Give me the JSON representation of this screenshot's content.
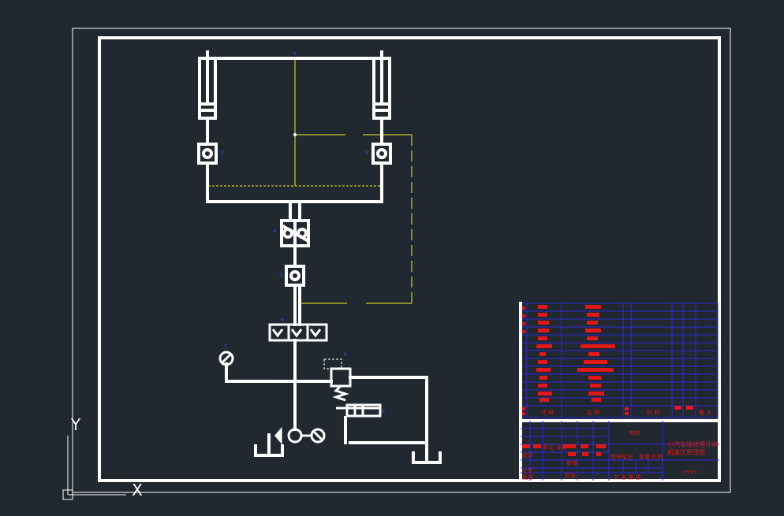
{
  "colors": {
    "background": "#212830",
    "frame": "#ffffff",
    "hydraulic_line": "#ffffff",
    "pilot_line": "#f0f020",
    "table_grid": "#2a2ad6",
    "table_text": "#e01818",
    "label_blue": "#2b50ff"
  },
  "ucs_icon": {
    "y_label": "Y",
    "x_label": "X"
  },
  "title_block": {
    "header_code": "代 号",
    "header_name": "名 称",
    "header_material": "材 料",
    "header_remark": "备 注",
    "material_cell": "材料",
    "title": "小汽车维修用升举机液压原理图",
    "stage_marks": "图样标记",
    "weight_label": "重量",
    "scale_label": "比例",
    "designer_label": "设计",
    "checker_label": "审核",
    "process_label": "工艺",
    "standard_label": "标准",
    "approve_label": "批准",
    "sheet_info": "共 张 第 张",
    "drawing_number": "YYYY",
    "change_label": "标记 处数"
  }
}
